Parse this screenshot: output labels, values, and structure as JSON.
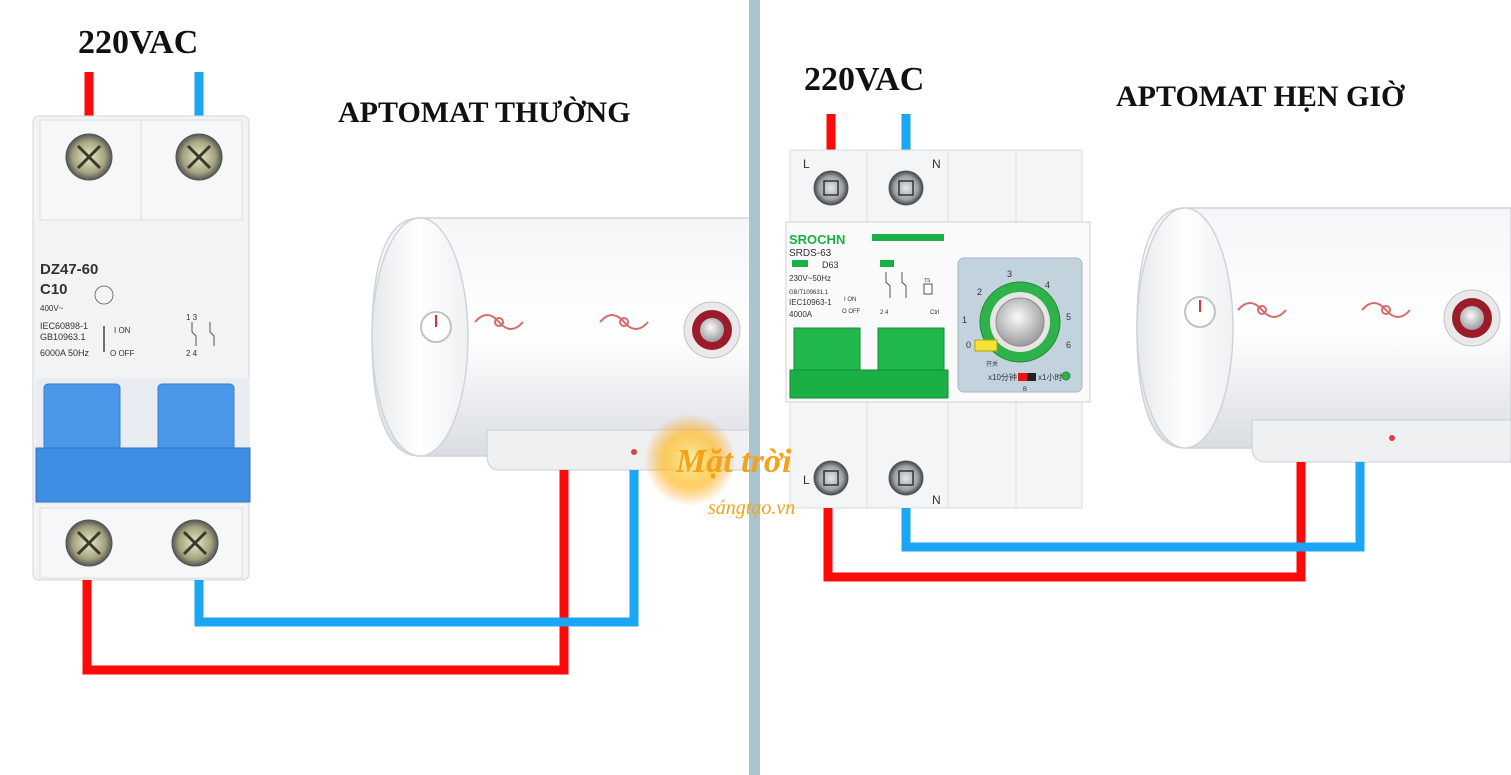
{
  "left_panel": {
    "supply_label": "220VAC",
    "title": "APTOMAT THƯỜNG",
    "breaker": {
      "model": "DZ47-60",
      "rating": "C10",
      "voltage": "400V~",
      "standard1": "IEC60898-1",
      "standard2": "GB10963.1",
      "specs": "6000A 50Hz",
      "on_label": "I ON",
      "off_label": "O OFF",
      "top_terminals": "1  3",
      "bottom_terminals": "2  4"
    }
  },
  "right_panel": {
    "supply_label": "220VAC",
    "title": "APTOMAT HẸN GIỜ",
    "breaker": {
      "brand": "SROCHN",
      "model": "SRDS-63",
      "rating": "D63",
      "voltage": "230V~50Hz",
      "standard1": "GB/T109631.1",
      "standard2": "IEC10963-1",
      "capacity": "4000A",
      "on_label": "I ON",
      "off_label": "O OFF",
      "terminal_L_top": "L",
      "terminal_N_top": "N",
      "terminal_L_bottom": "L",
      "terminal_N_bottom": "N",
      "bottom_pins": "2  4",
      "ctrl_label": "Ctrl",
      "ts_label": "TS",
      "terminal_b": "B",
      "dial_numbers": [
        "0",
        "1",
        "2",
        "3",
        "4",
        "5",
        "6"
      ],
      "dial_left_scale": "x10分钟",
      "dial_right_scale": "x1小时",
      "dial_switch_label": "开关"
    }
  },
  "watermark": {
    "line1": "Mặt trời",
    "line2": "sángtạo.vn"
  },
  "colors": {
    "live_wire": "#ff0a0a",
    "neutral_wire": "#1aa6f5",
    "divider": "#a9c4cf",
    "breaker_blue": "#3f8ee6",
    "breaker_green": "#1bb045",
    "dial_green": "#2db34a"
  }
}
